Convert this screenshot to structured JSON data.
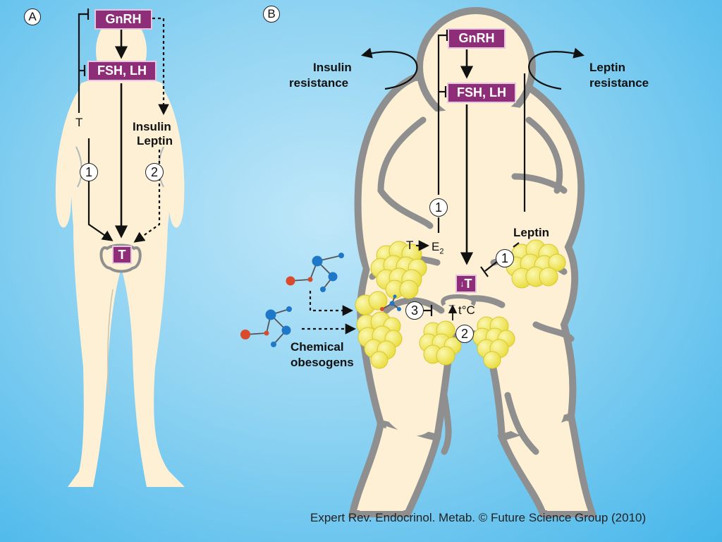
{
  "panel_a": {
    "letter": "A",
    "gnrh": "GnRH",
    "fsh_lh": "FSH, LH",
    "t_label": "T",
    "insulin": "Insulin",
    "leptin": "Leptin",
    "step1": "1",
    "step2": "2",
    "target": "T"
  },
  "panel_b": {
    "letter": "B",
    "gnrh": "GnRH",
    "fsh_lh": "FSH, LH",
    "insulin_resistance_1": "Insulin",
    "insulin_resistance_2": "resistance",
    "leptin_resistance_1": "Leptin",
    "leptin_resistance_2": "resistance",
    "step1_center": "1",
    "t_to": "T",
    "e2": "E",
    "e2_sub": "2",
    "target": "T",
    "leptin": "Leptin",
    "step1_right": "1",
    "step3": "3",
    "temp": "t°C",
    "step2": "2",
    "chemical_1": "Chemical",
    "chemical_2": "obesogens"
  },
  "credit": "Expert Rev. Endocrinol. Metab. © Future Science Group (2010)",
  "colors": {
    "hormone_box": "#8e2e79",
    "body_fill": "#fdf0d5",
    "body_outline": "#a9a9a9",
    "fat_cells": "#f3ea5a",
    "molecule_red": "#d94b2b",
    "molecule_blue": "#1f77c7"
  }
}
